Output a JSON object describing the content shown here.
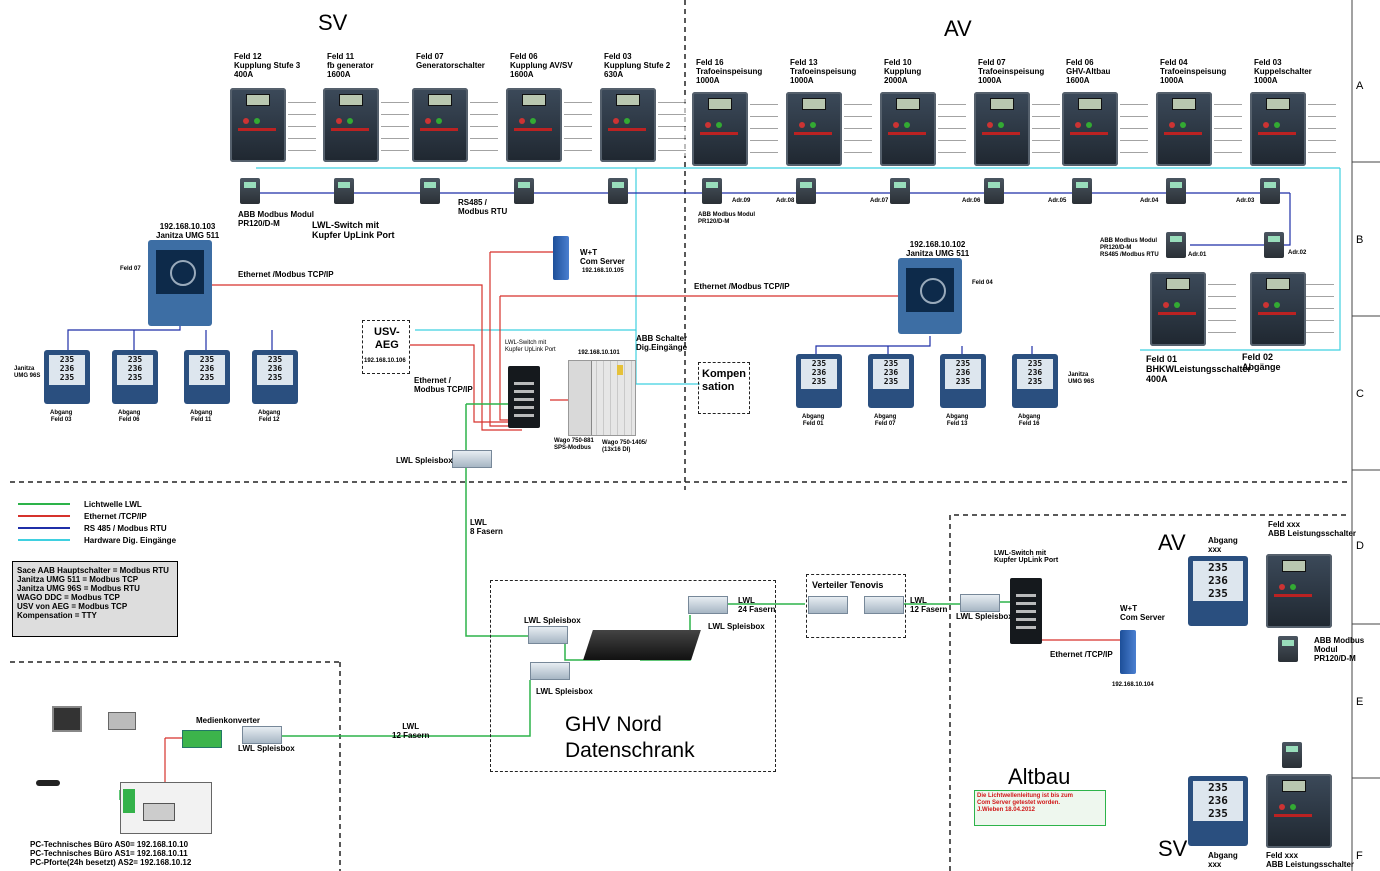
{
  "sections": {
    "sv": "SV",
    "av": "AV",
    "av_altbau": "AV",
    "sv_altbau": "SV",
    "altbau": "Altbau",
    "ghv": "GHV Nord\nDatenschrank"
  },
  "sv_feeders": [
    {
      "label": "Feld 12\nKupplung Stufe 3\n400A"
    },
    {
      "label": "Feld 11\nfb generator\n1600A"
    },
    {
      "label": "Feld 07\nGeneratorschalter"
    },
    {
      "label": "Feld 06\nKupplung AV/SV\n1600A"
    },
    {
      "label": "Feld 03\nKupplung Stufe 2\n630A"
    }
  ],
  "av_feeders": [
    {
      "label": "Feld 16\nTrafoeinspeisung\n1000A"
    },
    {
      "label": "Feld 13\nTrafoeinspeisung\n1000A"
    },
    {
      "label": "Feld 10\nKupplung\n2000A"
    },
    {
      "label": "Feld 07\nTrafoeinspeisung\n1000A"
    },
    {
      "label": "Feld 06\nGHV-Altbau\n1600A"
    },
    {
      "label": "Feld 04\nTrafoeinspeisung\n1000A"
    },
    {
      "label": "Feld 03\nKuppelschalter\n1000A"
    }
  ],
  "addresses": [
    "Adr.09",
    "Adr.08",
    "Adr.07",
    "Adr.06",
    "Adr.05",
    "Adr.04",
    "Adr.03",
    "Adr.02",
    "Adr.01"
  ],
  "labels": {
    "abb_modbus_sv": "ABB Modbus Modul\nPR120/D-M",
    "lwl_switch_sv": "LWL-Switch mit\nKupfer UpLink Port",
    "rs485": "RS485 /\nModbus RTU",
    "abb_modbus_av": "ABB Modbus Modul\nPR120/D-M",
    "abb_modbus_bhkw": "ABB Modbus Modul\nPR120/D-M\nRS485 /Modbus RTU",
    "janitza_511_sv": "192.168.10.103\nJanitza UMG 511",
    "feld07_left": "Feld 07",
    "eth_modbus_1": "Ethernet /Modbus TCP/IP",
    "eth_modbus_2": "Ethernet /Modbus TCP/IP",
    "wt_com_server": "W+T\nCom Server",
    "wt_ip": "192.168.10.105",
    "janitza_511_av": "192.168.10.102\nJanitza UMG 511",
    "feld04": "Feld 04",
    "usv": "USV-\nAEG",
    "usv_ip": "192.168.10.106",
    "eth_modbus_3": "Ethernet /\nModbus TCP/IP",
    "lwl_switch_small": "LWL-Switch mit\nKupfer UpLink Port",
    "wago_ip": "192.168.10.101",
    "abb_schalter": "ABB Schalter\nDig.Eingänge",
    "kompensation": "Kompen\nsation",
    "wago_881": "Wago 750-881\nSPS-Modbus",
    "wago_1405": "Wago 750-1405/\n(13x16 DI)",
    "janitza_96s_sv": "Janitza\nUMG 96S",
    "janitza_96s_av": "Janitza\nUMG 96S",
    "bhkw": "Feld 01\nBHKWLeistungsschalter\n400A",
    "feld02": "Feld 02\nAbgänge",
    "lwl_spleisbox_1": "LWL Spleisbox",
    "lwl_8": "LWL\n8 Fasern",
    "lwl_spleisbox_2": "LWL Spleisbox",
    "lwl_spleisbox_3": "LWL Spleisbox",
    "lwl_spleisbox_4": "LWL Spleisbox",
    "lwl_24": "LWL\n24 Fasern",
    "verteiler": "Verteiler Tenovis",
    "lwl_12_right": "LWL\n12 Fasern",
    "lwl_spleisbox_5": "LWL Spleisbox",
    "lwl_switch_altbau": "LWL-Switch mit\nKupfer UpLink Port",
    "wt_altbau": "W+T\nCom Server",
    "eth_tcp_altbau": "Ethernet /TCP/IP",
    "wt_altbau_ip": "192.168.10.104",
    "abgang_xxx_top": "Abgang\nxxx",
    "feld_xxx_top": "Feld xxx\nABB Leistungsschalter",
    "abb_modbus_altbau": "ABB Modbus\nModul\nPR120/D-M",
    "abgang_xxx_bottom": "Abgang\nxxx",
    "feld_xxx_bottom": "Feld xxx\nABB Leistungsschalter",
    "altbau_note": "Die Lichtwellenleitung ist bis zum\nCom Server getestet worden.\nJ.Wieben 18.04.2012",
    "medienkonverter": "Medienkonverter",
    "lwl_spleisbox_pc": "LWL Spleisbox",
    "lwl_12_bottom": "LWL\n12 Fasern",
    "pc_list": "PC-Technisches Büro AS0= 192.168.10.10\nPC-Technisches Büro AS1= 192.168.10.11\nPC-Pforte(24h besetzt) AS2= 192.168.10.12"
  },
  "sv_meters": [
    {
      "label": "Abgang\nFeld 03"
    },
    {
      "label": "Abgang\nFeld 06"
    },
    {
      "label": "Abgang\nFeld 11"
    },
    {
      "label": "Abgang\nFeld 12"
    }
  ],
  "av_meters": [
    {
      "label": "Abgang\nFeld 01"
    },
    {
      "label": "Abgang\nFeld 07"
    },
    {
      "label": "Abgang\nFeld 13"
    },
    {
      "label": "Abgang\nFeld 16"
    }
  ],
  "meter_reading": "235\n236\n235",
  "legend": [
    {
      "label": "Lichtwelle LWL",
      "color": "#2db34a"
    },
    {
      "label": "Ethernet /TCP/IP",
      "color": "#d6322c"
    },
    {
      "label": "RS 485 / Modbus RTU",
      "color": "#1f2fa8"
    },
    {
      "label": "Hardware Dig. Eingänge",
      "color": "#3fd0e0"
    }
  ],
  "protocol_box": "Sace AAB Hauptschalter = Modbus RTU\nJanitza UMG 511 = Modbus TCP\nJanitza UMG 96S = Modbus RTU\nWAGO DDC = Modbus TCP\nUSV von AEG = Modbus TCP\nKompensation = TTY",
  "grid_rows": [
    "A",
    "B",
    "C",
    "D",
    "E",
    "F"
  ],
  "colors": {
    "lwl": "#2db34a",
    "ethernet": "#d6322c",
    "rs485": "#1f2fa8",
    "digital": "#3fd0e0"
  }
}
